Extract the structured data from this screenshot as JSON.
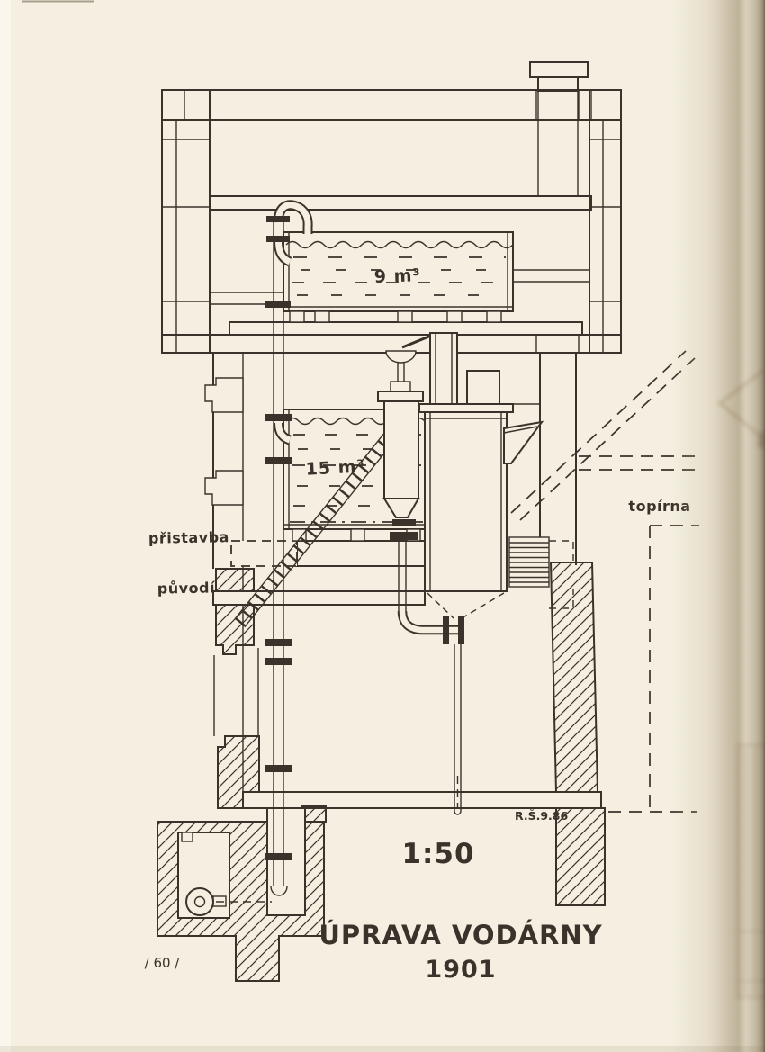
{
  "page": {
    "page_number": "/ 60 /",
    "paper_color": "#f4efe0",
    "ink_color": "#3a332b"
  },
  "drawing": {
    "title": "ÚPRAVA VODÁRNY",
    "year": "1901",
    "scale": "1:50",
    "signature": "R.Š.9.86",
    "labels": {
      "upper_tank_volume": "9 m³",
      "lower_tank_volume": "15 m³",
      "annex": "přistavba",
      "original_building": "původí",
      "boiler_room": "topírna"
    }
  }
}
